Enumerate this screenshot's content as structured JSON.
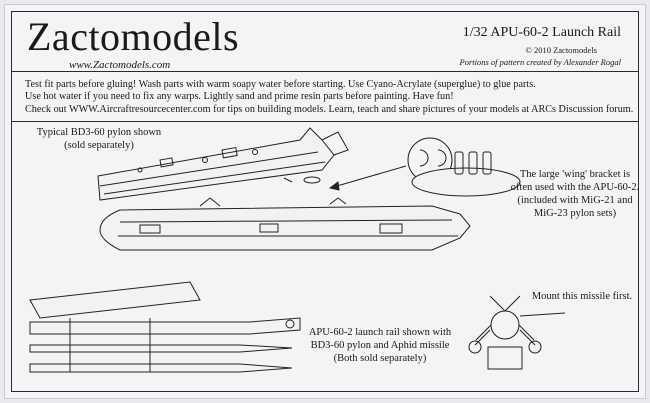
{
  "header": {
    "logo": "Zactomodels",
    "website": "www.Zactomodels.com",
    "title": "1/32 APU-60-2 Launch Rail",
    "copyright": "© 2010 Zactomodels",
    "credit": "Portions of pattern created by Alexander Rogal"
  },
  "instructions": [
    "Test fit parts before gluing! Wash parts with warm soapy water before starting. Use Cyano-Acrylate (superglue) to glue parts.",
    "Use hot water if you need to fix any warps. Lightly sand and prime resin parts before painting. Have fun!",
    "Check out WWW.Aircraftresourcecenter.com for tips on building models.  Learn, teach and share pictures of your models at ARCs Discussion forum."
  ],
  "notes": {
    "pylon": [
      "Typical BD3-60 pylon shown",
      "(sold separately)"
    ],
    "bracket": [
      "The large 'wing' bracket is",
      "often used with the APU-60-2.",
      "(included with MiG-21 and",
      "MiG-23 pylon sets)"
    ],
    "assembly": [
      "APU-60-2 launch rail shown with",
      "BD3-60 pylon and Aphid missile",
      "(Both sold separately)"
    ],
    "missile_first": "Mount this missile first."
  },
  "colors": {
    "ink": "#1a1a1a",
    "paper": "#f4f4f7",
    "line": "#2a2a2a"
  }
}
